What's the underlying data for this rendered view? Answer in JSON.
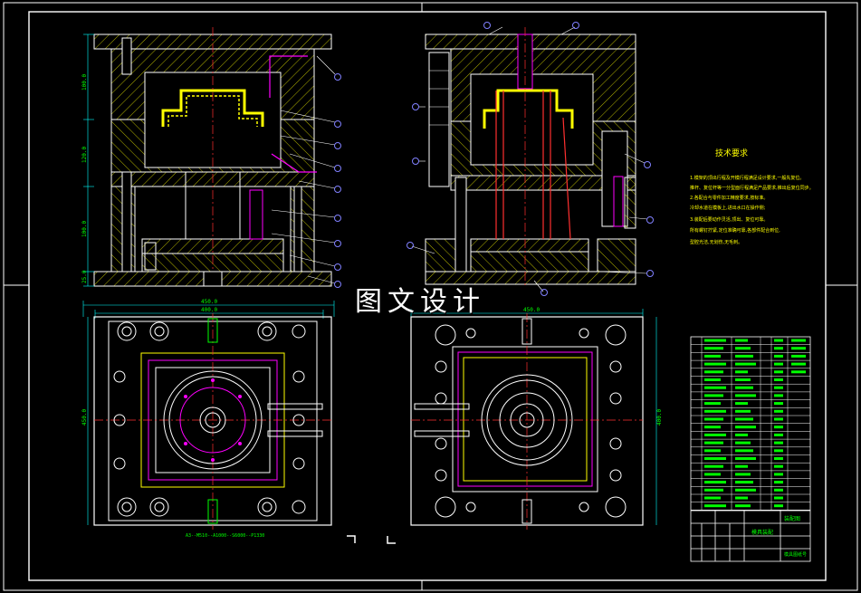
{
  "watermark": "图文设计",
  "technical_requirements": {
    "title": "技术要求",
    "lines": [
      "1.模架的顶出行程及开模行程满足设计要求,一般先复位。",
      "推杆、复位杆等一分型面行程满足产品要求,推出后复位同步。",
      "2.各配合与零件加工精度要求,按标准。",
      "冷却水道在模板上,进出水口在操作侧;",
      "3.装配后要动作灵活,顶出、复位可靠。",
      "所有螺钉拧紧,定位准确可靠,各部件配合到位,",
      "型腔光洁,无划伤,无毛刺。"
    ]
  },
  "dimensions": {
    "overall_width": "450.0",
    "inner_width": "400.0",
    "right_width": "450.0",
    "height_left": "450.0",
    "height_right": "400.0",
    "vertical_1": "100.0",
    "vertical_2": "120.0",
    "vertical_3": "100.0",
    "vertical_4": "25.0"
  },
  "bottom_note": "A3--M510--A1000--S6000--P1330",
  "title_block": {
    "part_name": "模具装配",
    "drawing_label": "装配图",
    "drawing_no": "模具图纸号"
  },
  "bom_row_count": 22,
  "colors": {
    "background": "#000000",
    "frame": "#ffffff",
    "hatch": "#ffff00",
    "dimension": "#00ffff",
    "centerline": "#ff3030",
    "part_outline": "#ffffff",
    "magenta": "#ff00ff",
    "green_text": "#00ff00",
    "balloon": "#8080ff"
  }
}
